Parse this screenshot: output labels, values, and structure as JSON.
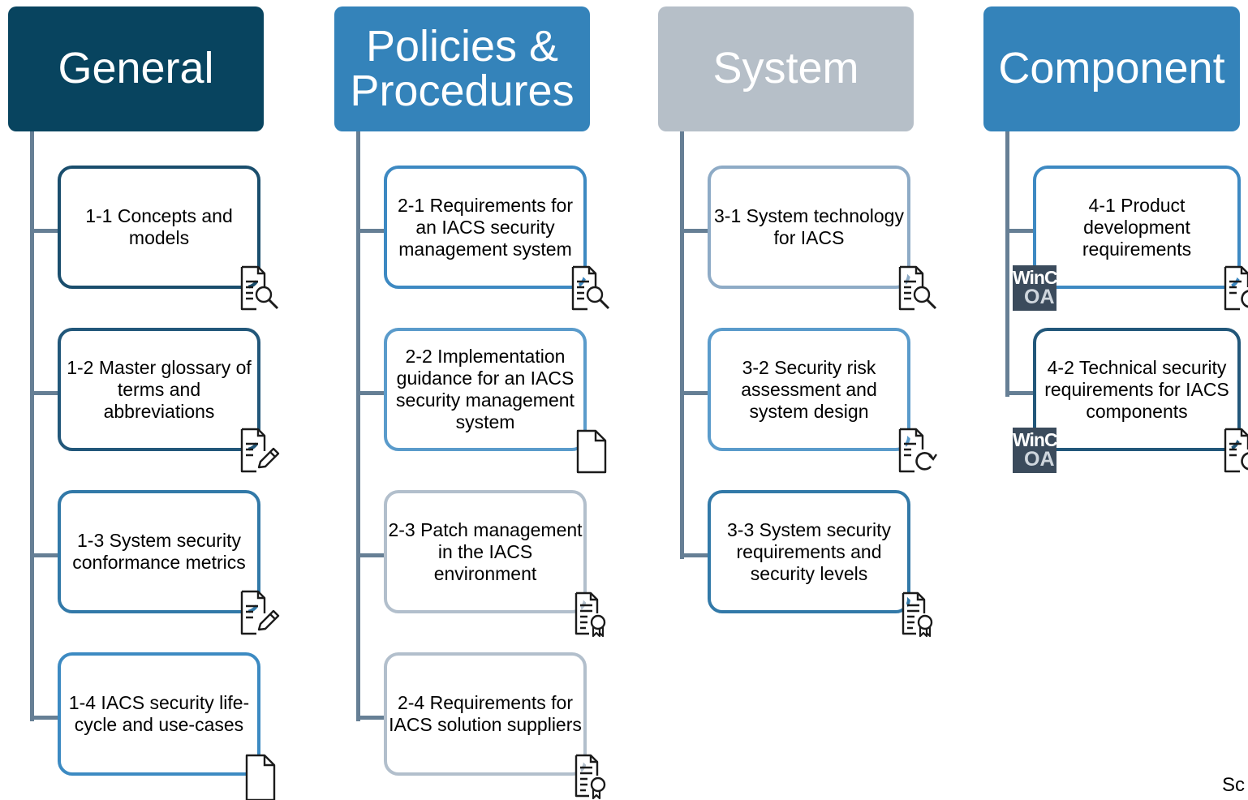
{
  "colors": {
    "general": "#08445f",
    "policies": "#3483ba",
    "system": "#b6bfc8",
    "component": "#3483ba",
    "trunk": "#667f95"
  },
  "columns": [
    {
      "title": "General",
      "cards": [
        {
          "text": "1-1 Concepts and models",
          "icon": "document-search-icon",
          "border": "#1a4e6d"
        },
        {
          "text": "1-2 Master glossary of terms and abbreviations",
          "icon": "document-edit-icon",
          "border": "#22577a"
        },
        {
          "text": "1-3 System security conformance metrics",
          "icon": "document-edit-icon",
          "border": "#3279a8"
        },
        {
          "text": "1-4 IACS security life-cycle and use-cases",
          "icon": "blank-document-icon",
          "border": "#3c8ac2"
        }
      ]
    },
    {
      "title": "Policies & Procedures",
      "cards": [
        {
          "text": "2-1 Requirements for an IACS security management system",
          "icon": "document-search-icon",
          "border": "#3d89c2"
        },
        {
          "text": "2-2 Implementation guidance for an IACS security management system",
          "icon": "blank-document-icon",
          "border": "#5a9bcb"
        },
        {
          "text": "2-3 Patch management in the IACS environment",
          "icon": "document-certificate-icon",
          "border": "#b2bfcc"
        },
        {
          "text": "2-4 Requirements for IACS solution suppliers",
          "icon": "document-certificate-icon",
          "border": "#b2bfcc"
        }
      ]
    },
    {
      "title": "System",
      "cards": [
        {
          "text": "3-1 System technology for IACS",
          "icon": "document-search-icon",
          "border": "#8eabc6"
        },
        {
          "text": "3-2 Security risk assessment and system design",
          "icon": "document-refresh-icon",
          "border": "#5a9bcb"
        },
        {
          "text": "3-3 System security requirements and security levels",
          "icon": "document-certificate-icon",
          "border": "#3279a8"
        }
      ]
    },
    {
      "title": "Component",
      "cards": [
        {
          "text": "4-1 Product development requirements",
          "icon": "document-refresh-icon",
          "border": "#3d89c2",
          "logo": {
            "top": "WinCC",
            "bottom": "OA"
          }
        },
        {
          "text": "4-2 Technical security requirements for IACS components",
          "icon": "document-refresh-icon",
          "border": "#22577a",
          "logo": {
            "top": "WinCC",
            "bottom": "OA"
          }
        }
      ]
    }
  ],
  "source_text": "Sc"
}
